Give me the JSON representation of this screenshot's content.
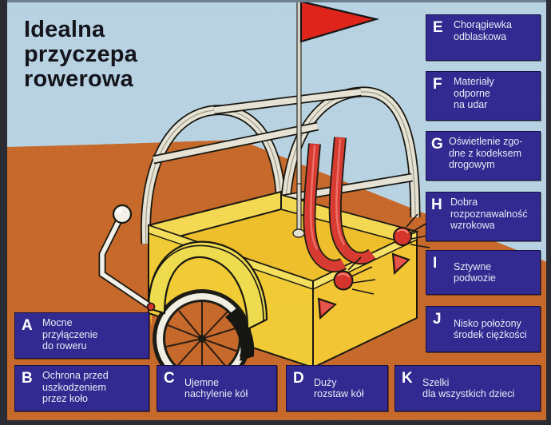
{
  "poster": {
    "title_lines": [
      "Idealna",
      "przyczepa",
      "rowerowa"
    ],
    "colors": {
      "sky": "#b9d4e4",
      "ground": "#c8692a",
      "box": "#322a90",
      "box_text": "#e9eaf5",
      "trailer_body": "#f5c531",
      "trailer_body_light": "#f2db52",
      "tube": "#e6e2d4",
      "strap_red": "#d93b30",
      "flag_red": "#e2231a",
      "frame": "#2b2b33"
    }
  },
  "callouts": [
    {
      "letter": "A",
      "text": "Mocne\nprzyłączenie\ndo roweru"
    },
    {
      "letter": "B",
      "text": "Ochrona przed\nuszkodzeniem\nprzez koło"
    },
    {
      "letter": "C",
      "text": "Ujemne\nnachylenie kół"
    },
    {
      "letter": "D",
      "text": "Duży\nrozstaw kół"
    },
    {
      "letter": "E",
      "text": "Chorągiewka\nodblaskowa"
    },
    {
      "letter": "F",
      "text": "Materiały\nodporne\nna udar"
    },
    {
      "letter": "G",
      "text": "Oświetlenie zgo-\ndne z kodeksem\ndrogowym"
    },
    {
      "letter": "H",
      "text": "Dobra\nrozpoznawalność\nwzrokowa"
    },
    {
      "letter": "I",
      "text": "Sztywne\npodwozie"
    },
    {
      "letter": "J",
      "text": "Nisko położony\nśrodek ciężkości"
    },
    {
      "letter": "K",
      "text": "Szelki\ndla wszystkich dzieci"
    }
  ],
  "illustration": {
    "name": "bicycle-trailer-cutaway",
    "parts": [
      "reflective-flag",
      "flag-pole",
      "canopy-hoops",
      "yellow-cargo-box",
      "red-harness-straps",
      "rear-reflector-lights",
      "triangle-reflectors",
      "wheel-fender",
      "spoked-wheel",
      "hitch-arm"
    ]
  }
}
